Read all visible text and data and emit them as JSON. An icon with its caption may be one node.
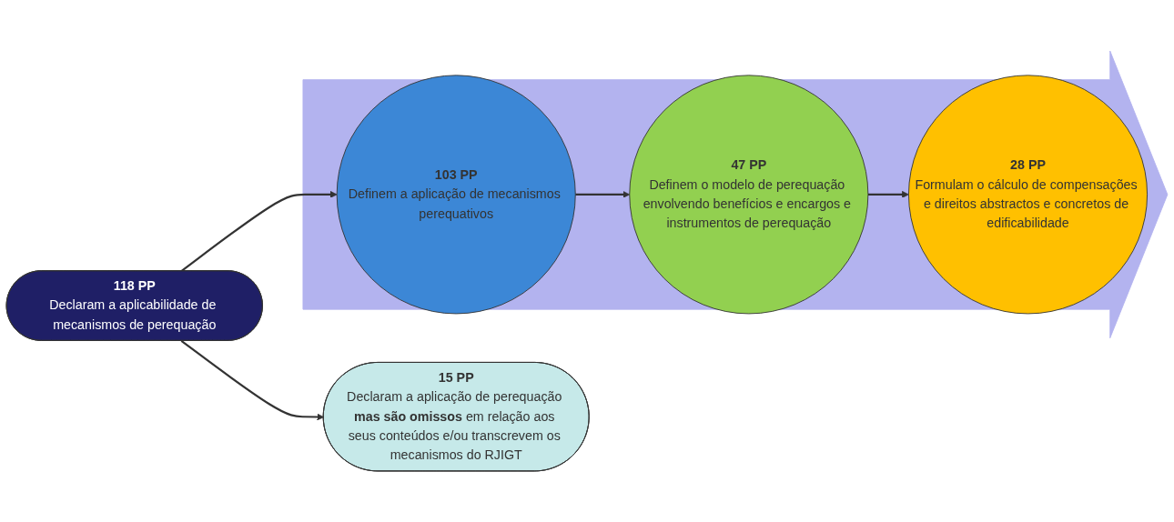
{
  "diagram": {
    "nodes": [
      {
        "text": [
          "118 PP",
          "Declaram a aplicabilidade de mecanismos de perequação"
        ]
      },
      {
        "text": [
          "15 PP",
          "Declaram a aplicação de perequação **mas são omissos** em relação aos seus conteúdos e/ou transcrevem os mecanismos do RJIGT"
        ]
      },
      {
        "text": [],
        "shape": "arrow"
      },
      {
        "text": [
          "103 PP",
          "Definem a aplicação de mecanismos perequativos"
        ],
        "in": 2
      },
      {
        "text": [
          "47 PP",
          "Definem o modelo de perequação envolvendo benefícios e encargos e instrumentos de perequação"
        ],
        "in": 2
      },
      {
        "text": [
          "28 PP",
          "Formulam o cálculo de compensações e direitos abstractos e concretos de edificabilidade"
        ],
        "in": 2
      }
    ],
    "edges": [
      {
        "from": 0,
        "to": 1,
        "arrow": "to"
      },
      {
        "from": 0,
        "to": 3,
        "arrow": "to"
      },
      {
        "from": 3,
        "to": 4,
        "arrow": "to"
      },
      {
        "from": 4,
        "to": 5,
        "arrow": "to"
      }
    ]
  }
}
